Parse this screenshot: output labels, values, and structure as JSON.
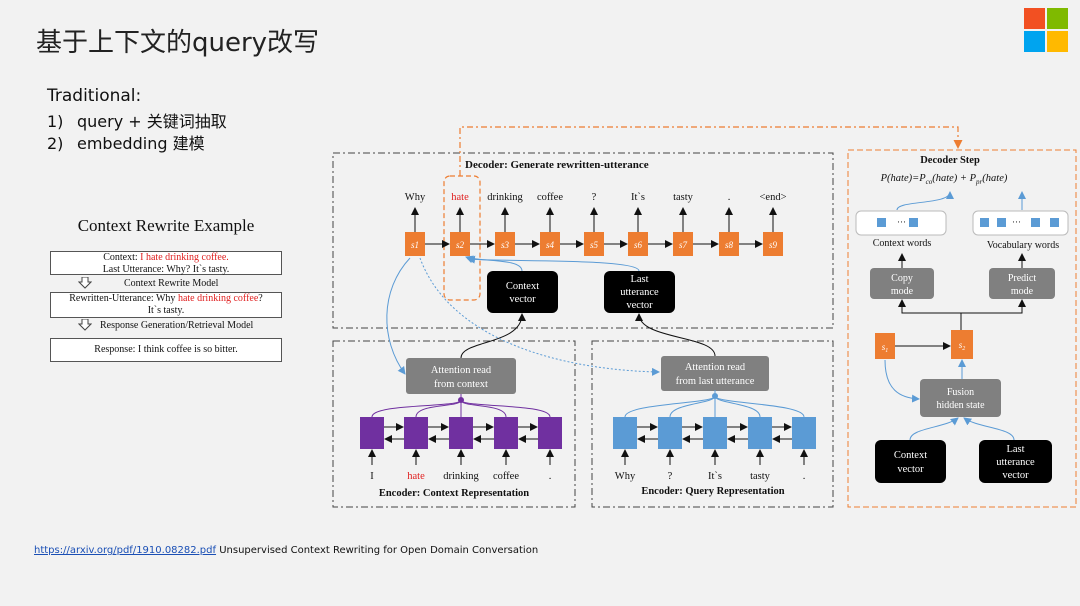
{
  "slide_title": "基于上下文的query改写",
  "traditional": {
    "heading": "Traditional:",
    "items": [
      {
        "num": "1)",
        "text": "query + 关键词抽取"
      },
      {
        "num": "2)",
        "text": "embedding 建模"
      }
    ]
  },
  "example": {
    "heading": "Context Rewrite Example",
    "context_prefix": "Context: ",
    "context_red": "I hate drinking coffee.",
    "last_utterance": "Last Utterance: Why? It`s tasty.",
    "model1": "Context Rewrite Model",
    "rewritten_prefix": "Rewritten-Utterance: Why ",
    "rewritten_red": "hate drinking coffee",
    "rewritten_suffix": "?",
    "rewritten_line2": "It`s tasty.",
    "model2": "Response Generation/Retrieval Model",
    "response": "Response: I think coffee is so bitter."
  },
  "link": {
    "url": "https://arxiv.org/pdf/1910.08282.pdf",
    "caption": " Unsupervised Context Rewriting for Open Domain Conversation"
  },
  "decoder": {
    "title": "Decoder:  Generate rewritten-utterance",
    "output_words": [
      "Why",
      "hate",
      "drinking",
      "coffee",
      "?",
      "It`s",
      "tasty",
      ".",
      "<end>"
    ],
    "state_labels": [
      "s1",
      "s2",
      "s3",
      "s4",
      "s5",
      "s6",
      "s7",
      "s8",
      "s9"
    ],
    "context_vector": "Context vector",
    "last_utterance_vector": "Last utterance vector"
  },
  "encoder_context": {
    "title": "Encoder: Context Representation",
    "attention": "Attention read from context",
    "words": [
      "I",
      "hate",
      "drinking",
      "coffee",
      "."
    ]
  },
  "encoder_query": {
    "title": "Encoder: Query Representation",
    "attention": "Attention read from last utterance",
    "words": [
      "Why",
      "?",
      "It`s",
      "tasty",
      "."
    ]
  },
  "decoder_step": {
    "title": "Decoder Step",
    "formula": "P(hate)=P_co(hate) + P_pr(hate)",
    "context_words": "Context words",
    "vocabulary_words": "Vocabulary words",
    "copy_mode": "Copy mode",
    "predict_mode": "Predict mode",
    "fusion": "Fusion hidden state",
    "context_vector": "Context vector",
    "last_utterance_vector": "Last utterance vector",
    "s1": "s1",
    "s2": "s2"
  },
  "colors": {
    "orange": "#ed7d31",
    "purple": "#7030a0",
    "blue": "#5b9bd5",
    "gray": "#7f7f7f",
    "black": "#000000",
    "red": "#e02020"
  }
}
